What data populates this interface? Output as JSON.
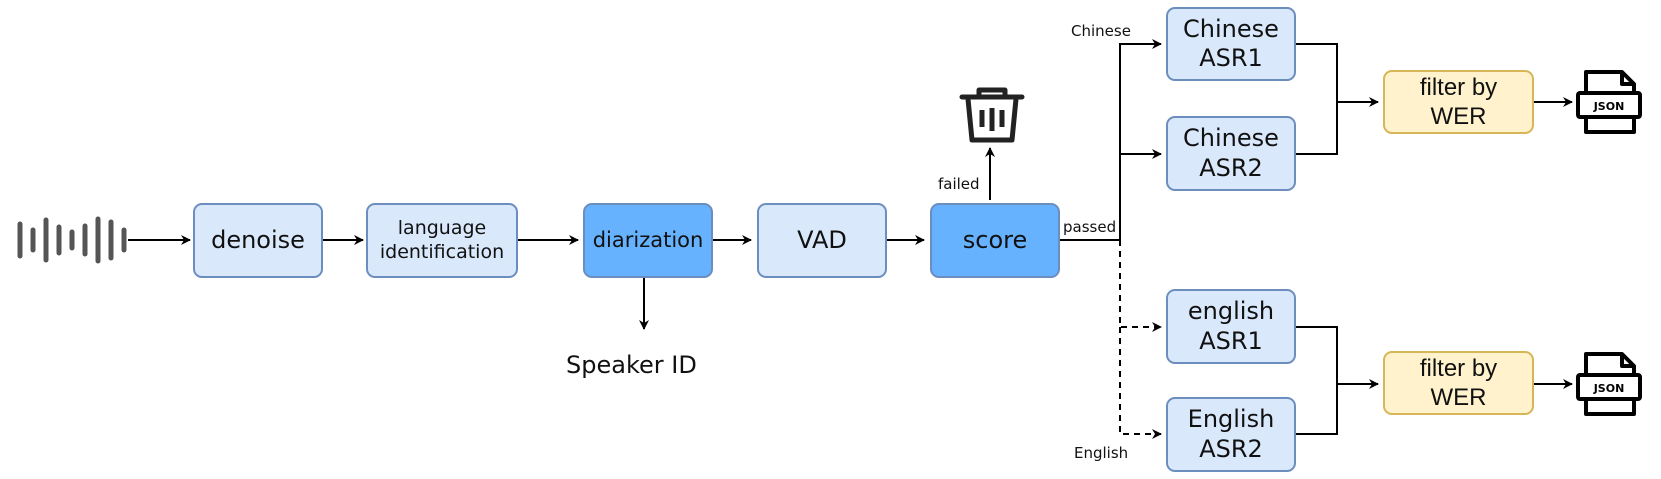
{
  "nodes": {
    "denoise": "denoise",
    "lang_id_line1": "language",
    "lang_id_line2": "identification",
    "diarization": "diarization",
    "vad": "VAD",
    "score": "score",
    "chinese_asr1": [
      "Chinese",
      "ASR1"
    ],
    "chinese_asr2": [
      "Chinese",
      "ASR2"
    ],
    "english_asr1": [
      "english",
      "ASR1"
    ],
    "english_asr2": [
      "English",
      "ASR2"
    ],
    "filter_top": [
      "filter by",
      "WER"
    ],
    "filter_bottom": [
      "filter by",
      "WER"
    ]
  },
  "labels": {
    "speaker_id": "Speaker ID",
    "failed": "failed",
    "passed": "passed",
    "chinese": "Chinese",
    "english": "English"
  },
  "icons": {
    "input": "audio-waveform-icon",
    "discard": "trash-icon",
    "output": "json-file-icon",
    "json_text": "JSON"
  },
  "colors": {
    "box_fill": "#dae8fc",
    "box_border": "#6c8ebf",
    "highlight_fill": "#66b2ff",
    "filter_fill": "#fff2cc",
    "filter_border": "#d6b656"
  }
}
